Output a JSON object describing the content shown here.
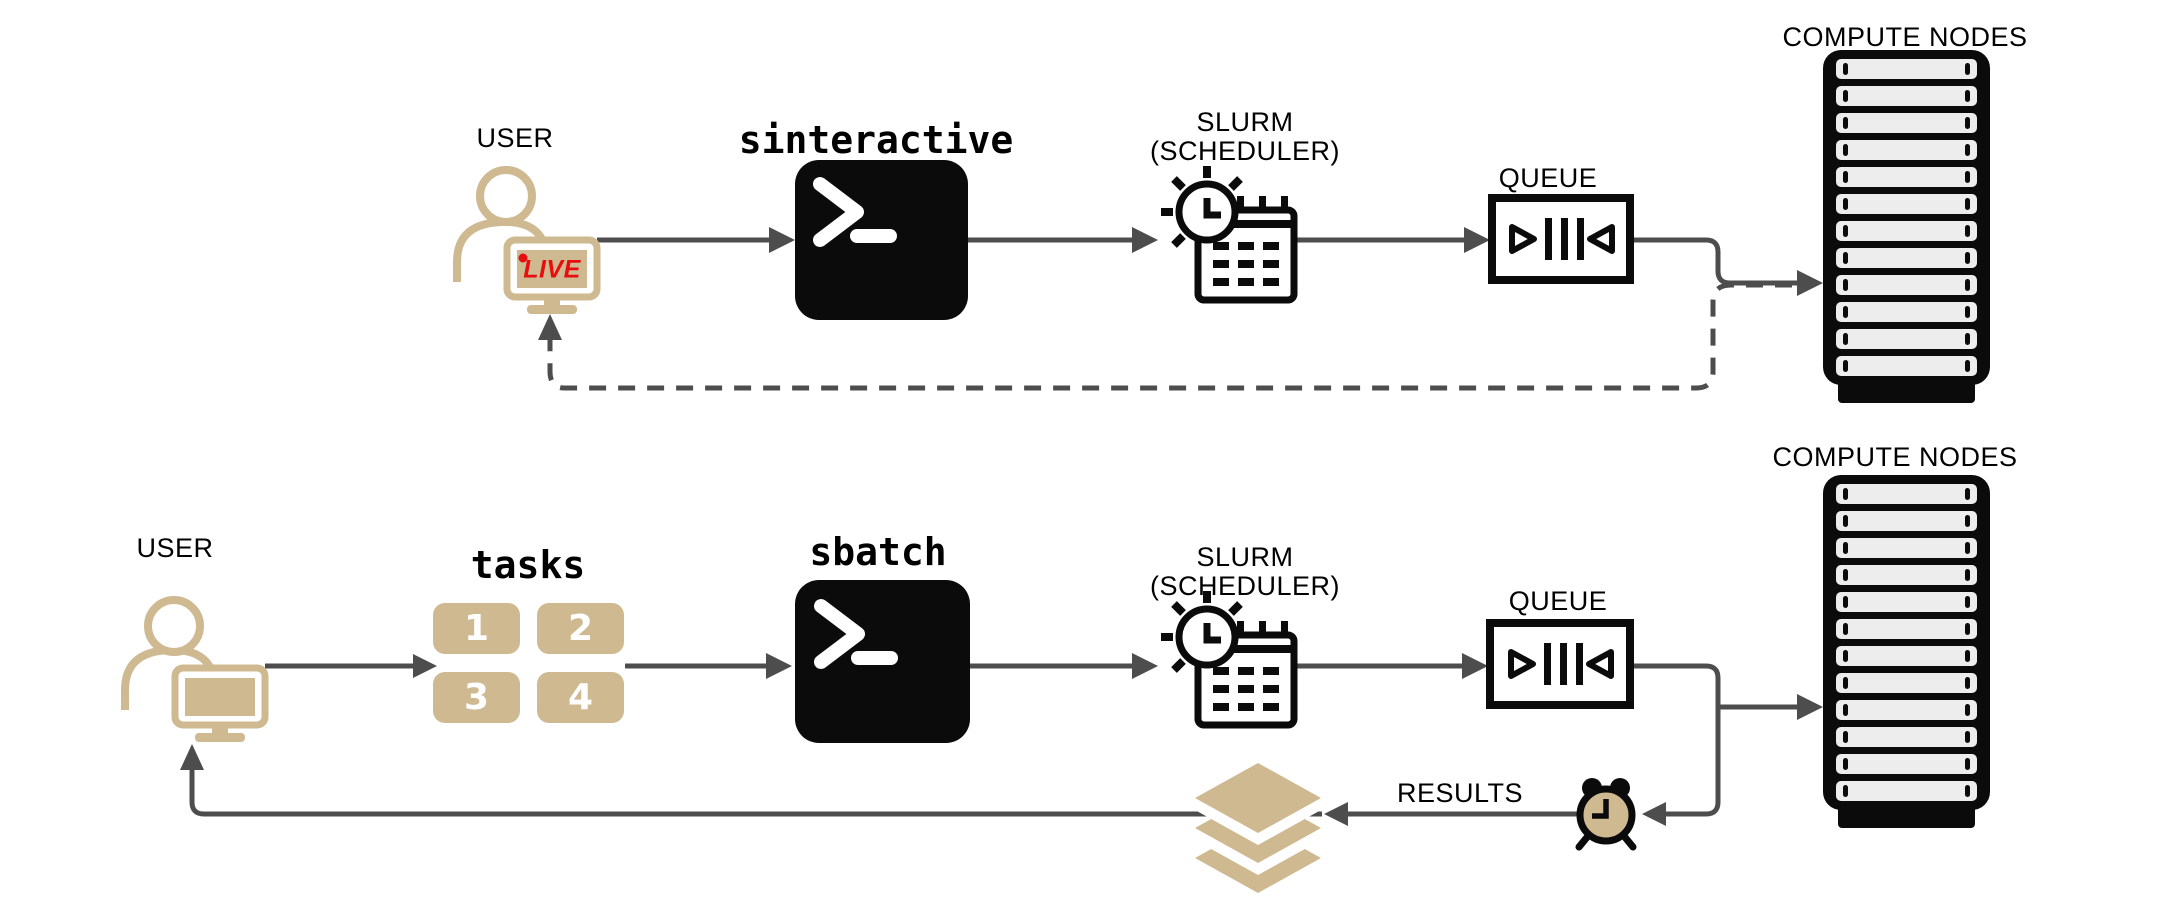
{
  "top_row": {
    "user_label": "USER",
    "command_label": "sinteractive",
    "scheduler_label_line1": "SLURM",
    "scheduler_label_line2": "(SCHEDULER)",
    "queue_label": "QUEUE",
    "compute_label": "COMPUTE NODES",
    "monitor_badge": "LIVE"
  },
  "bottom_row": {
    "user_label": "USER",
    "tasks_label": "tasks",
    "command_label": "sbatch",
    "scheduler_label_line1": "SLURM",
    "scheduler_label_line2": "(SCHEDULER)",
    "queue_label": "QUEUE",
    "compute_label": "COMPUTE NODES",
    "results_label": "RESULTS"
  },
  "tasks": {
    "items": [
      "1",
      "2",
      "3",
      "4"
    ]
  },
  "colors": {
    "accent_tan": "#CFB991",
    "live_red": "#E60E0E",
    "line_gray": "#4D4D4D",
    "icon_black": "#0B0B0B",
    "rack_slot_gray": "#EDEDED"
  }
}
